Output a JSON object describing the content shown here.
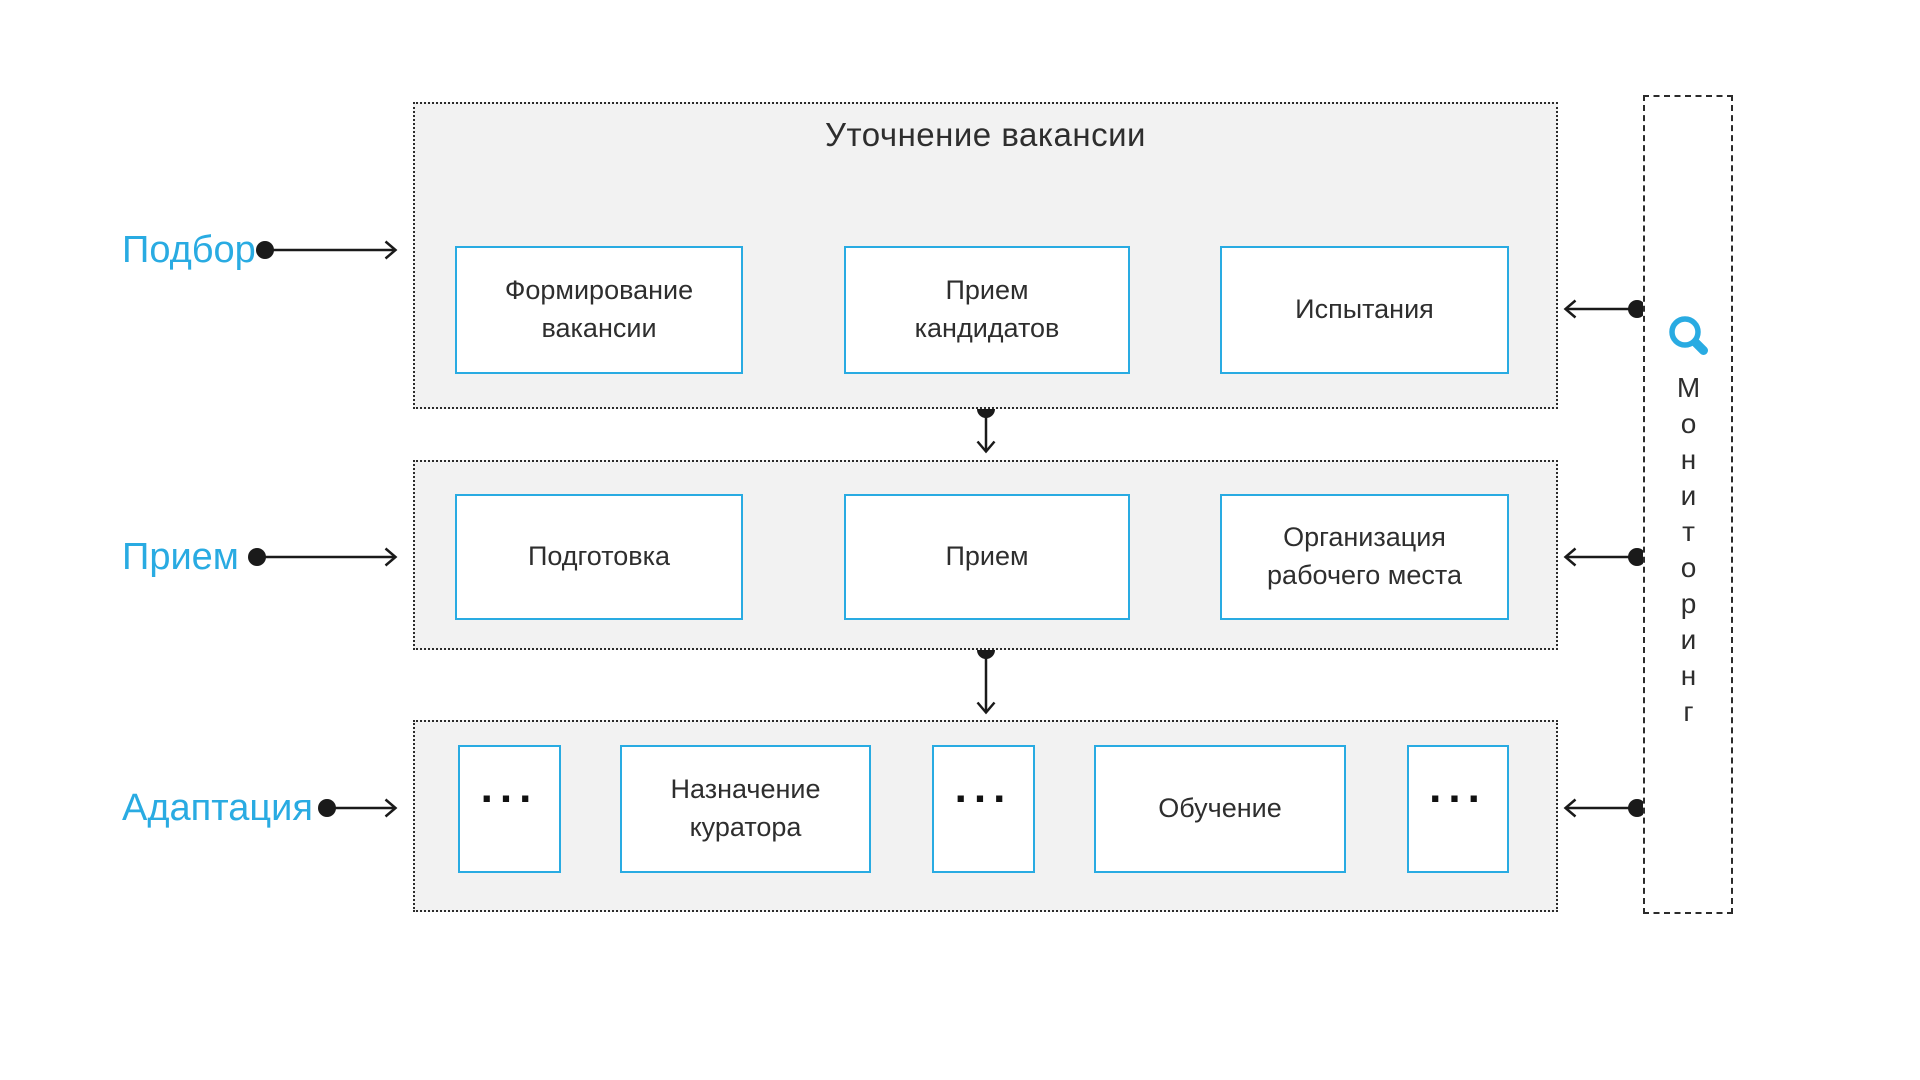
{
  "rows": [
    {
      "label": "Подбор",
      "header": "Уточнение вакансии",
      "boxes": [
        "Формирование\nвакансии",
        "Прием\nкандидатов",
        "Испытания"
      ]
    },
    {
      "label": "Прием",
      "boxes": [
        "Подготовка",
        "Прием",
        "Организация\nрабочего места"
      ]
    },
    {
      "label": "Адаптация",
      "boxes": [
        "...",
        "Назначение\nкуратора",
        "...",
        "Обучение",
        "..."
      ]
    }
  ],
  "monitoring": {
    "label": "Мониторинг",
    "icon": "magnifier-icon"
  },
  "colors": {
    "accent_blue": "#29abe2",
    "text_dark": "#2e2e2e",
    "connector_black": "#1a1a1a",
    "bracket_gray": "#8c8c8c",
    "container_fill": "#f2f2f2"
  }
}
